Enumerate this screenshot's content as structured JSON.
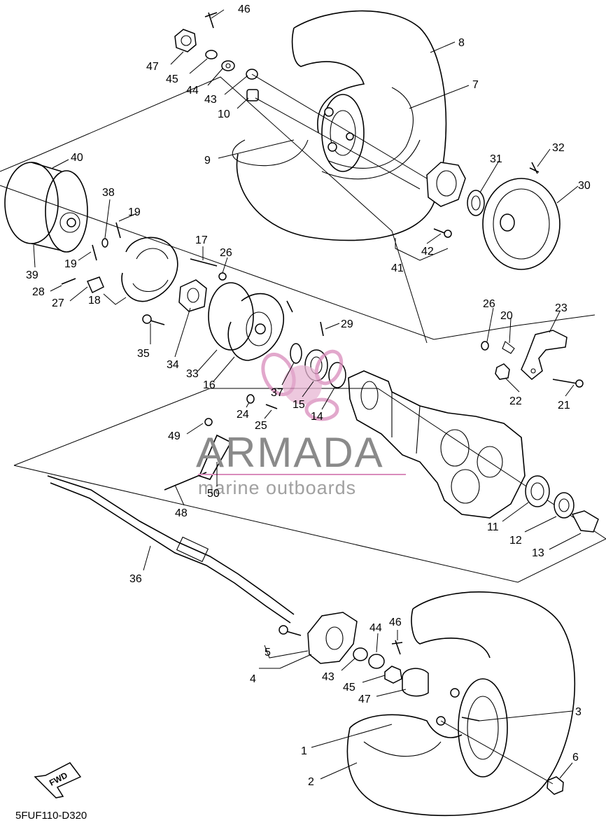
{
  "diagram_code": "5FUF110-D320",
  "fwd_label": "FWD",
  "watermark": {
    "brand": "ARMADA",
    "tagline": "marine outboards"
  },
  "callouts": [
    "1",
    "2",
    "3",
    "4",
    "5",
    "6",
    "7",
    "8",
    "9",
    "10",
    "11",
    "12",
    "13",
    "14",
    "15",
    "16",
    "17",
    "18",
    "19",
    "19",
    "20",
    "21",
    "22",
    "23",
    "24",
    "25",
    "26",
    "26",
    "27",
    "28",
    "29",
    "30",
    "31",
    "32",
    "33",
    "34",
    "35",
    "36",
    "37",
    "38",
    "39",
    "40",
    "41",
    "42",
    "43",
    "43",
    "44",
    "44",
    "45",
    "45",
    "46",
    "46",
    "47",
    "47",
    "48",
    "49",
    "50"
  ]
}
